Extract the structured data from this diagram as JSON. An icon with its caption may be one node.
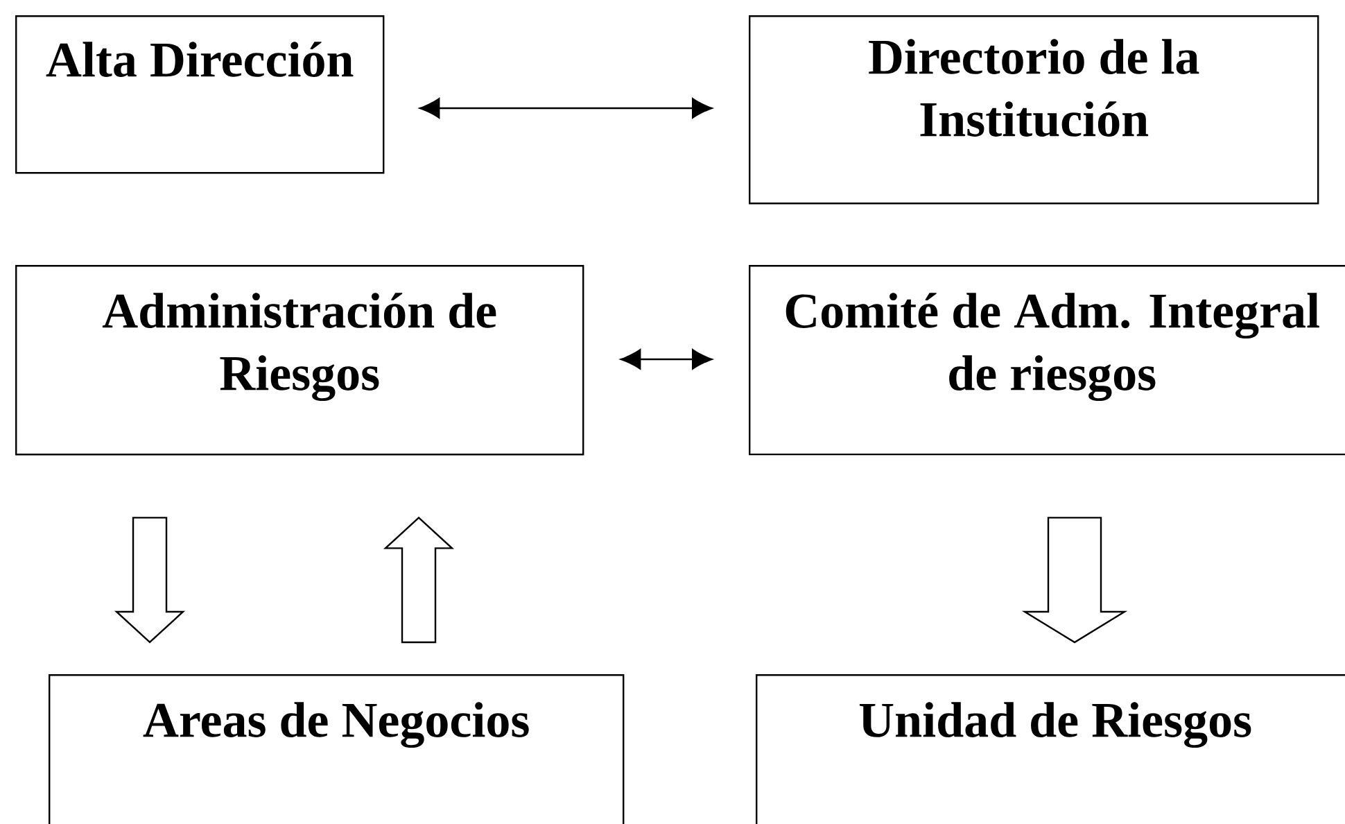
{
  "diagram": {
    "nodes": [
      {
        "text": [
          "Alta Dirección"
        ]
      },
      {
        "text": [
          "Directorio de la Institución"
        ]
      },
      {
        "text": [
          "Administración de Riesgos"
        ]
      },
      {
        "text": [
          "Comité de Adm. Integral de riesgos"
        ]
      },
      {
        "text": [
          "Areas de Negocios"
        ]
      },
      {
        "text": [
          "Unidad de Riesgos"
        ]
      }
    ],
    "edges": [
      {
        "from": 0,
        "to": 1,
        "arrow": "both"
      },
      {
        "from": 2,
        "to": 3,
        "arrow": "both"
      },
      {
        "from": 2,
        "to": 4,
        "arrow": "to"
      },
      {
        "from": 4,
        "to": 2,
        "arrow": "to"
      },
      {
        "from": 3,
        "to": 5,
        "arrow": "to"
      }
    ]
  }
}
